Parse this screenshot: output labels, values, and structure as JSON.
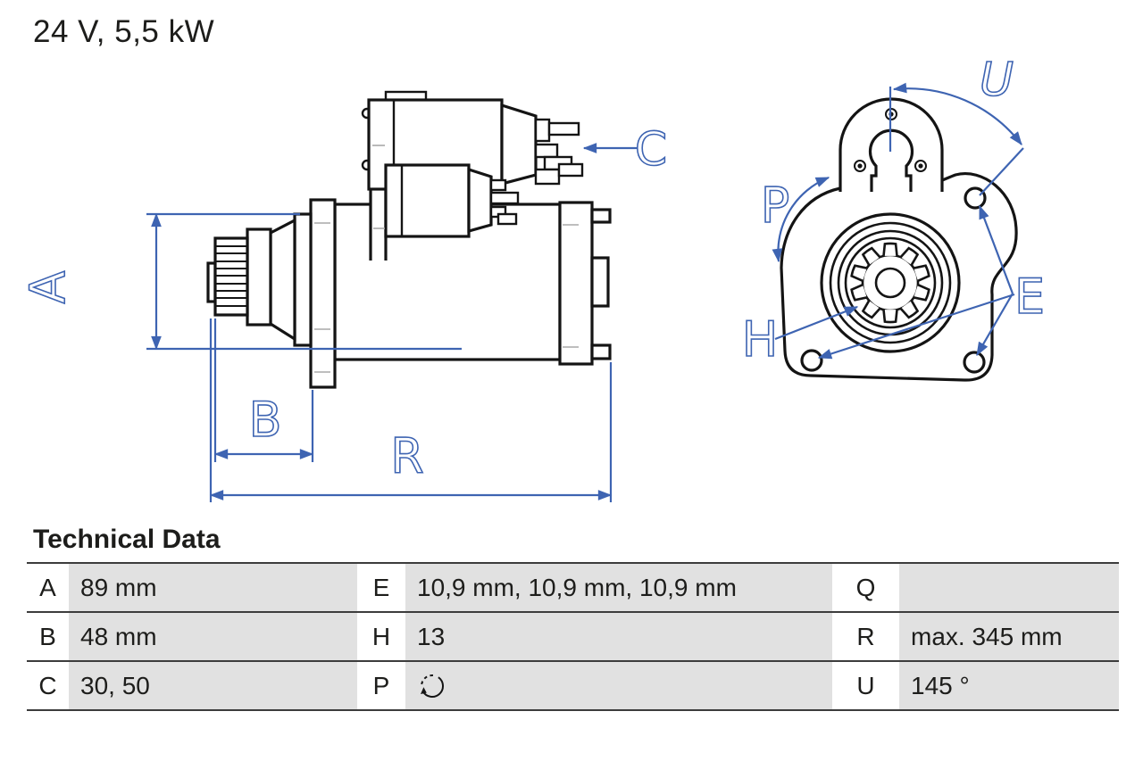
{
  "title": "24 V, 5,5 kW",
  "colors": {
    "annotation_blue": "#3e64b2",
    "drawing_black": "#141414",
    "table_cell_gray": "#e1e1e1",
    "table_rule": "#3c3c3c"
  },
  "annotations": {
    "A": "A",
    "B": "B",
    "C": "C",
    "R": "R",
    "P": "P",
    "U": "U",
    "E": "E",
    "H": "H"
  },
  "icons": {
    "rotation": "counterclockwise-rotation-icon"
  },
  "technical_data": {
    "heading": "Technical Data",
    "rows": [
      {
        "col1_key": "A",
        "col1_value": "89 mm",
        "col2_key": "E",
        "col2_value": "10,9 mm, 10,9 mm, 10,9 mm",
        "col3_key": "Q",
        "col3_value": ""
      },
      {
        "col1_key": "B",
        "col1_value": "48 mm",
        "col2_key": "H",
        "col2_value": "13",
        "col3_key": "R",
        "col3_value": "max. 345 mm"
      },
      {
        "col1_key": "C",
        "col1_value": "30, 50",
        "col2_key": "P",
        "col2_value": "",
        "col3_key": "U",
        "col3_value": "145 °"
      }
    ]
  }
}
